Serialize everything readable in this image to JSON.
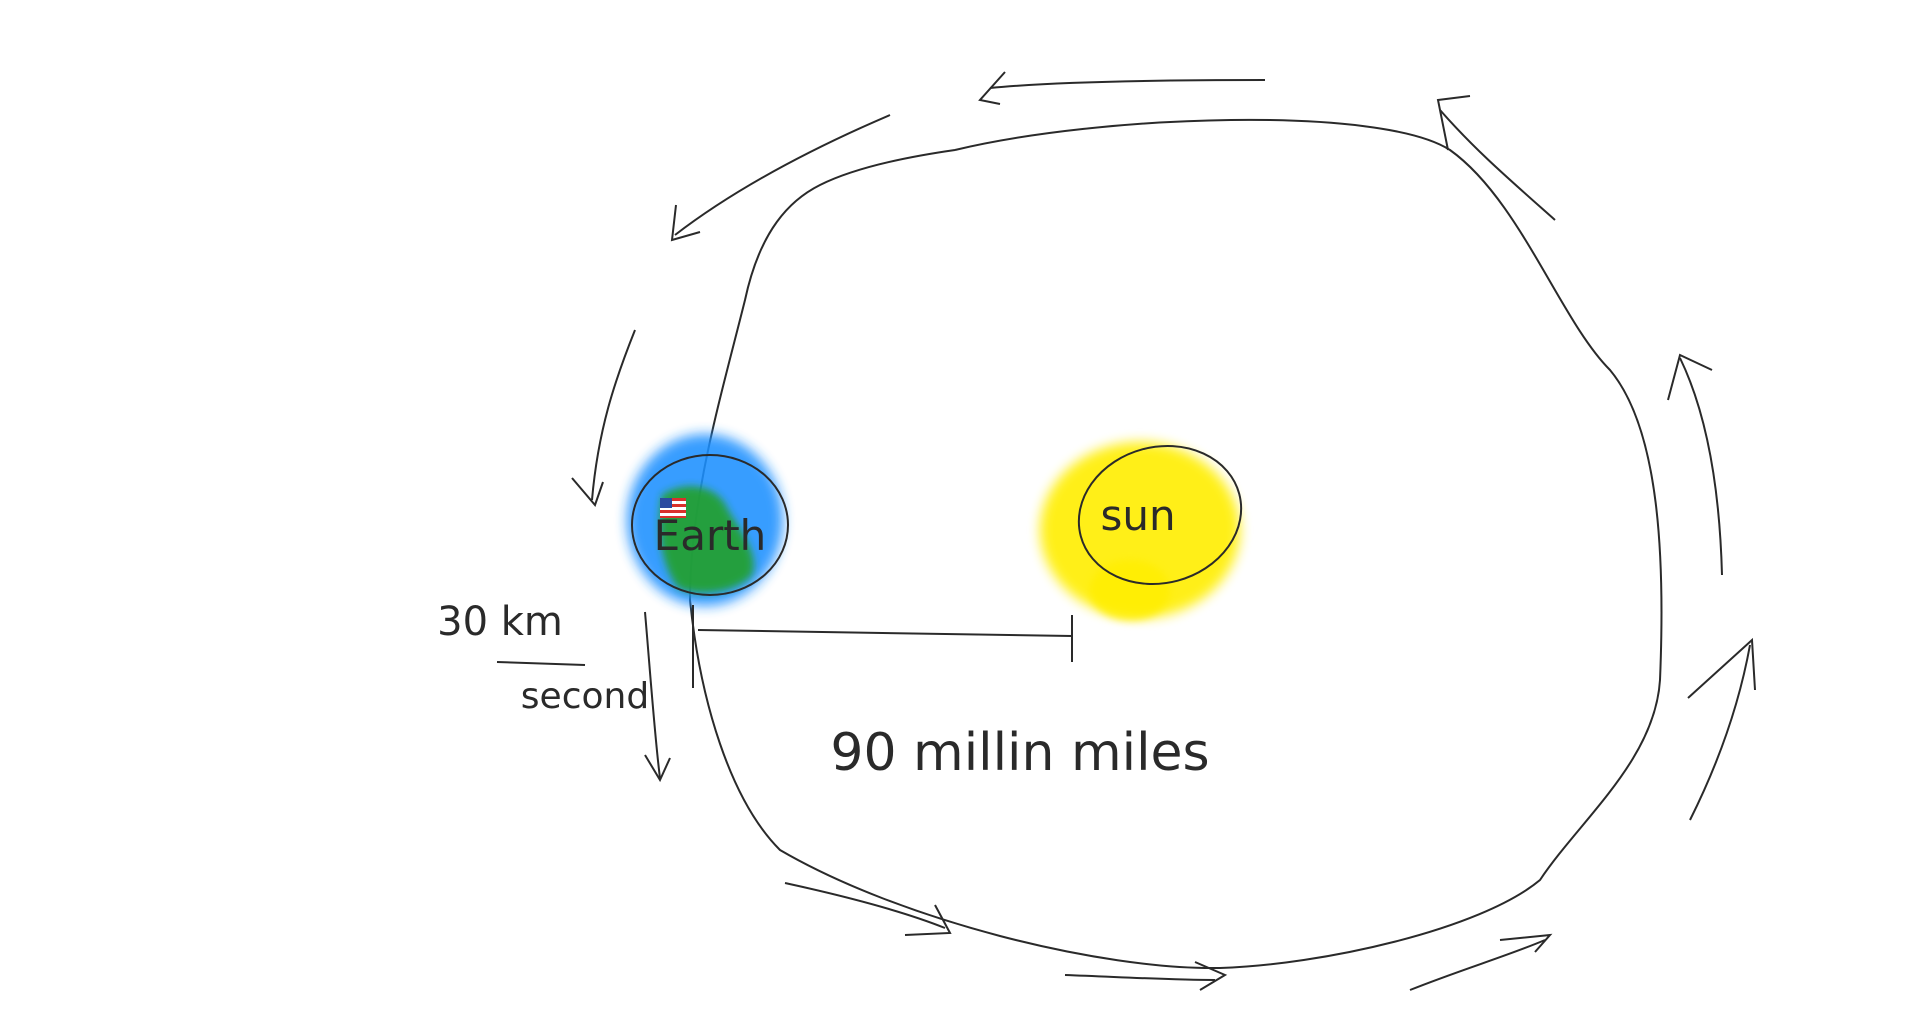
{
  "diagram": {
    "labels": {
      "earth": "Earth",
      "sun": "sun",
      "speed_top": "30 km",
      "speed_bottom": "second",
      "distance": "90 millin miles"
    },
    "colors": {
      "ink": "#2a2a2a",
      "earth_ocean": "#1e90ff",
      "earth_land": "#22a02a",
      "sun": "#ffee00",
      "flag_red": "#d9312b",
      "flag_blue": "#2b4aa0"
    },
    "icons": [
      "us-flag-icon"
    ]
  }
}
